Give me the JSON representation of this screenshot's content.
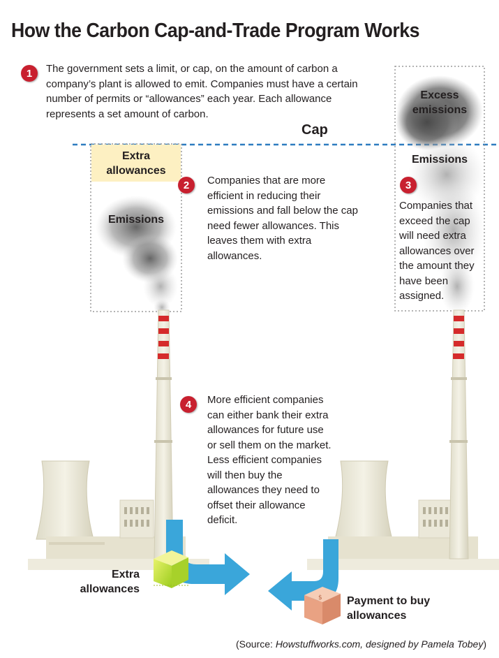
{
  "title": "How the Carbon Cap-and-Trade Program Works",
  "steps": [
    {
      "number": "1",
      "text": "The government sets a limit, or cap, on the amount of carbon a company’s plant is allowed to emit. Companies must have a certain number of permits or “allowances” each year. Each allowance represents a set amount of carbon."
    },
    {
      "number": "2",
      "text": "Companies that are more efficient in reducing their emissions and fall below the cap need fewer allowances. This leaves them with extra allowances."
    },
    {
      "number": "3",
      "text": "Companies that exceed the cap will need extra allowances over the amount they have been assigned."
    },
    {
      "number": "4",
      "text": "More efficient companies can either bank their extra allowances for future use or sell them on the market. Less efficient companies will then buy the allowances they need to offset their allowance deficit."
    }
  ],
  "labels": {
    "cap": "Cap",
    "extra_allowances_top": "Extra allowances",
    "emissions_left": "Emissions",
    "excess_emissions": "Excess emissions",
    "emissions_right": "Emissions",
    "extra_allowances_bottom": "Extra allowances",
    "payment": "Payment to buy allowances"
  },
  "source": {
    "prefix": "(Source: ",
    "emphasis": "Howstuffworks.com, designed by Pamela Tobey",
    "suffix": ")"
  },
  "colors": {
    "step_badge": "#c8202f",
    "cap_line": "#2e7cc0",
    "allowance_box": "#fdf0c2",
    "arrow": "#3aa6da",
    "smoke": "#6e6e6e",
    "stack_stripe": "#d52b2b",
    "plant": "#ebe8d9"
  }
}
